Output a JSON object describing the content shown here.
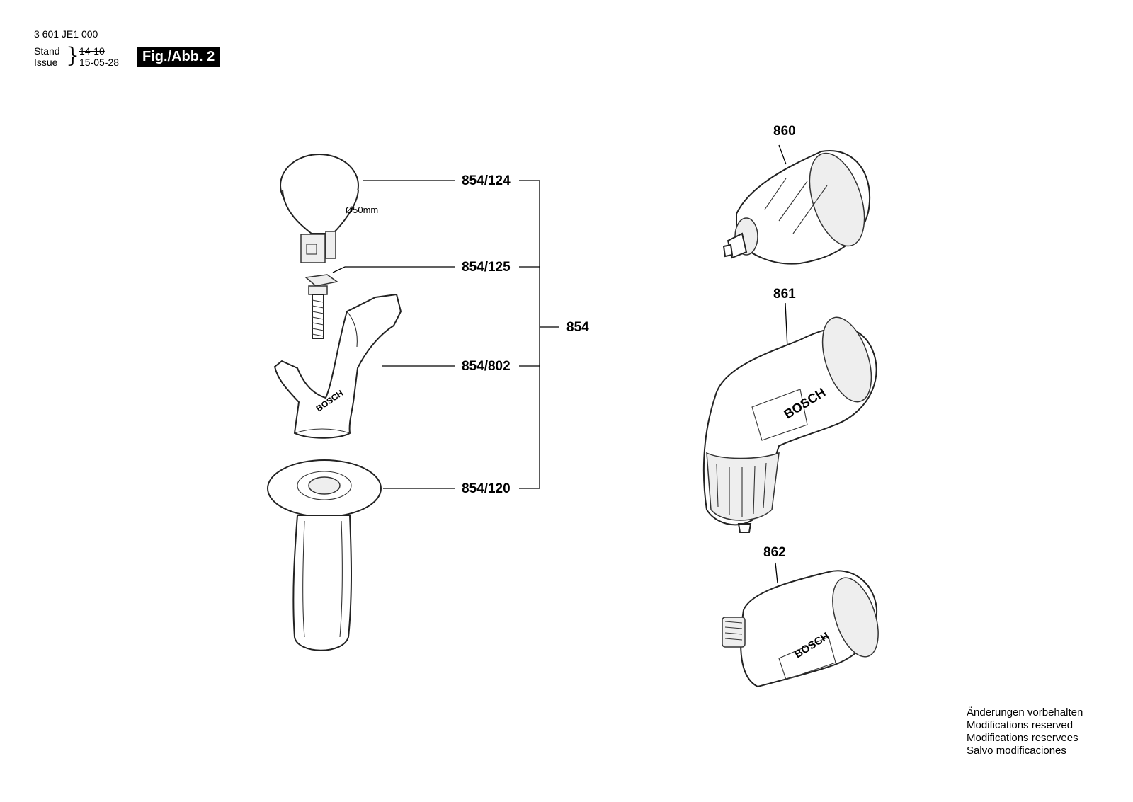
{
  "header": {
    "doc_number": "3 601 JE1 000",
    "stand_label": "Stand",
    "issue_label": "Issue",
    "stand_value": "14-10",
    "issue_value": "15-05-28",
    "figure_badge": "Fig./Abb. 2"
  },
  "callouts": {
    "c854_124": "854/124",
    "c854_125": "854/125",
    "c854_802": "854/802",
    "c854_120": "854/120",
    "c854": "854",
    "c860": "860",
    "c861": "861",
    "c862": "862"
  },
  "dimension": "Ø50mm",
  "brand": "BOSCH",
  "notice": [
    "Änderungen vorbehalten",
    "Modifications reserved",
    "Modifications reservees",
    "Salvo modificaciones"
  ]
}
